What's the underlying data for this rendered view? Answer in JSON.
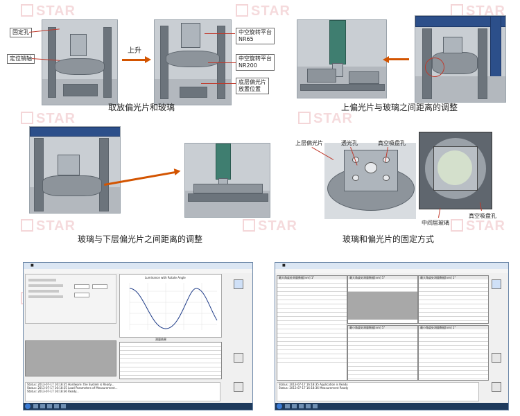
{
  "watermark": "STAR",
  "panels": {
    "p1": {
      "caption": "取放偏光片和玻璃",
      "left_labels": [
        "固定孔",
        "定位销轴"
      ],
      "arrow_label": "上升",
      "right_labels": [
        "中空旋转平台\nNR65",
        "中空旋转平台\nNR200",
        "底层偏光片\n放置位置"
      ]
    },
    "p2": {
      "caption": "上偏光片与玻璃之间距离的调整"
    },
    "p3": {
      "caption": "玻璃与下层偏光片之间距离的调整"
    },
    "p4": {
      "caption": "玻璃和偏光片的固定方式",
      "labels": [
        "上层偏光片",
        "透光孔",
        "真空吸盘孔",
        "中间层玻璃",
        "真空吸盘孔"
      ]
    }
  },
  "software": {
    "left_window": {
      "chart_title": "Luminance with Rotate Angle",
      "bottom_table_title": "测量结果",
      "log_lines": [
        "Status: 2013-07-17 16:18:35   Hardware: the System is Ready...",
        "Status: 2013-07-17 16:18:35   Load Parameters of Measurement...",
        "Status: 2013-07-17 16:18:36   Ready..."
      ]
    },
    "right_window": {
      "panel_titles": [
        "最大角度处测量数据[nm] 1°",
        "最大角度处测量数据[nm] 5°",
        "最大角度处测量数据[nm] 1°",
        "最小角度处测量数据[nm] 5°",
        "最小角度处测量数据[nm] 1°"
      ],
      "log_lines": [
        "Status: 2013-07-17 16:18:35   Application is Ready",
        "Status: 2013-07-17 16:18:36   Measurement Ready"
      ]
    }
  },
  "colors": {
    "arrow": "#d35400",
    "callout_line": "#c0392b",
    "curve": "#1f3c88"
  }
}
